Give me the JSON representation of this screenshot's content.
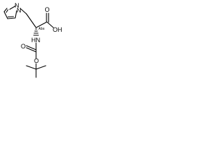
{
  "structure": {
    "atom_labels": {
      "pyrazole_n_top": "N",
      "pyrazole_n_attached": "N",
      "carbonyl_o_acid": "O",
      "hydroxyl": "OH",
      "amide_nh": "HN",
      "ester_o_carbonyl": "O",
      "ester_o_linking": "O"
    },
    "stereo_label": "Abs"
  }
}
